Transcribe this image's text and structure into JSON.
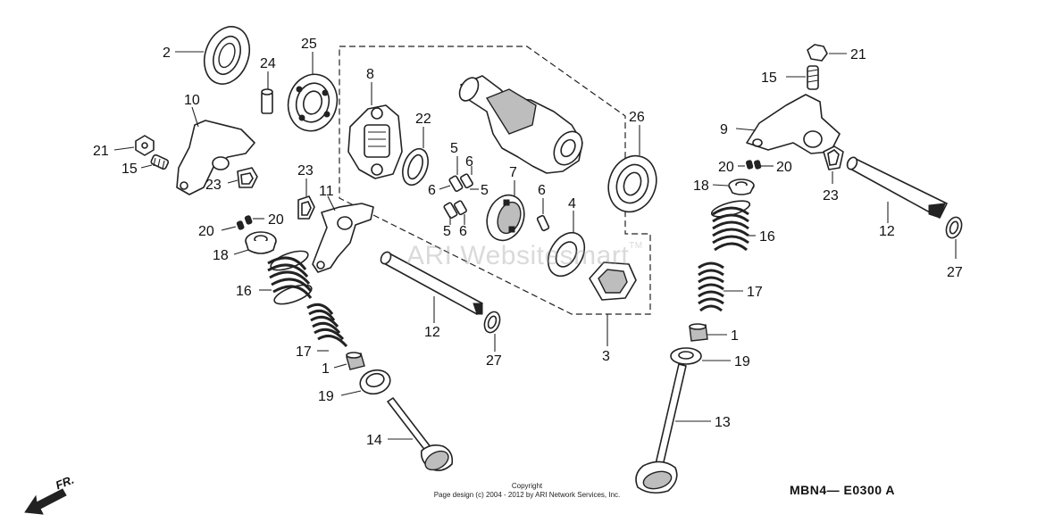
{
  "watermark": {
    "text": "ARI Websitesmart",
    "tm": "TM"
  },
  "copyright": {
    "line1": "Copyright",
    "line2": "Page design (c) 2004 - 2012 by ARI Network Services, Inc."
  },
  "diagram_code": "MBN4— E0300 A",
  "direction_label": "FR.",
  "callouts": {
    "c1": "1",
    "c1b": "1",
    "c2": "2",
    "c3": "3",
    "c4": "4",
    "c5a": "5",
    "c5b": "5",
    "c5c": "5",
    "c6a": "6",
    "c6b": "6",
    "c6c": "6",
    "c6d": "6",
    "c7": "7",
    "c8": "8",
    "c9": "9",
    "c10": "10",
    "c11": "11",
    "c12a": "12",
    "c12b": "12",
    "c13": "13",
    "c14": "14",
    "c15a": "15",
    "c15b": "15",
    "c16a": "16",
    "c16b": "16",
    "c17a": "17",
    "c17b": "17",
    "c18a": "18",
    "c18b": "18",
    "c19a": "19",
    "c19b": "19",
    "c20a": "20",
    "c20b": "20",
    "c20c": "20",
    "c20d": "20",
    "c21a": "21",
    "c21b": "21",
    "c22": "22",
    "c23a": "23",
    "c23b": "23",
    "c23c": "23",
    "c24": "24",
    "c25": "25",
    "c26": "26",
    "c27a": "27",
    "c27b": "27"
  },
  "icons": {
    "arrow": "fr-arrow-icon"
  }
}
